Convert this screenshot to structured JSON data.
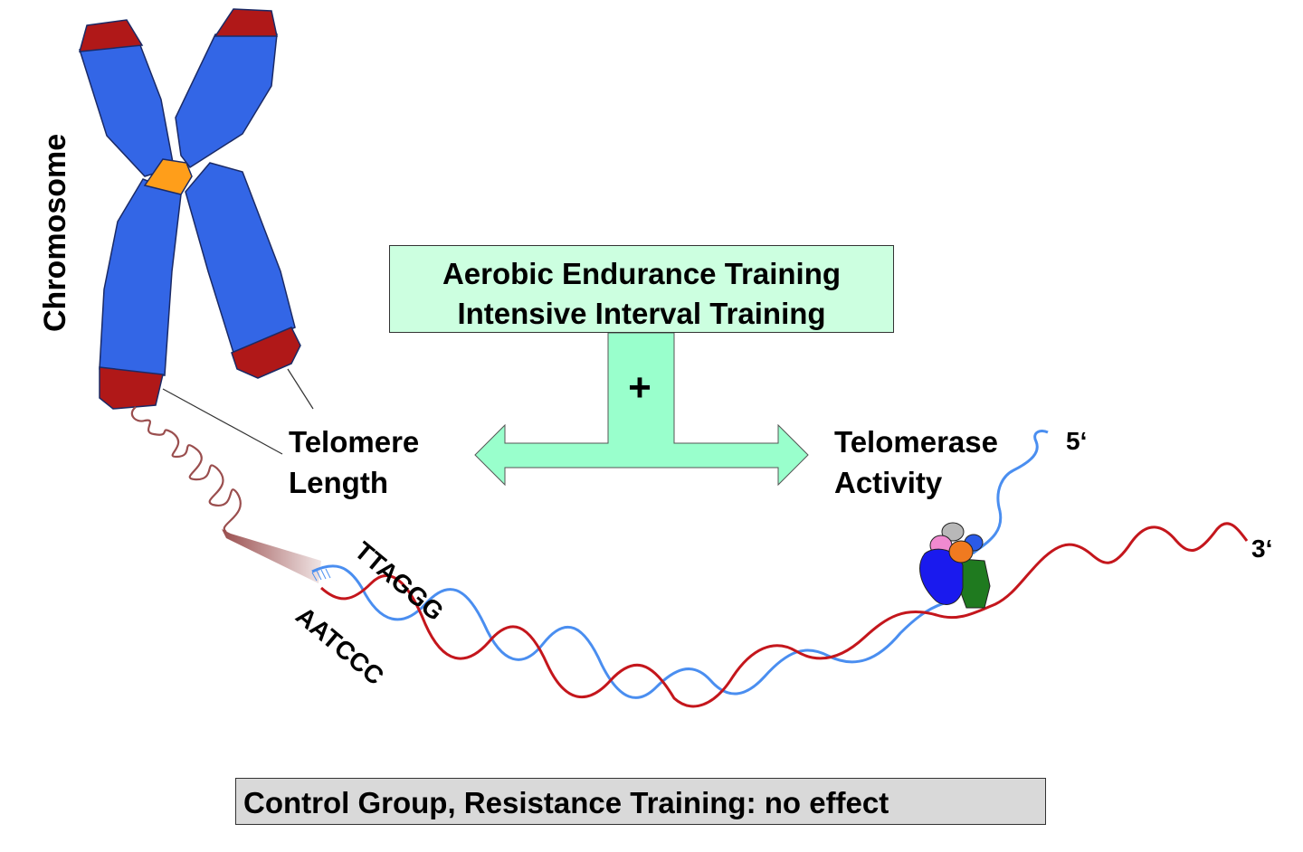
{
  "labels": {
    "chromosome": "Chromosome",
    "telomere_length_line1": "Telomere",
    "telomere_length_line2": "Length",
    "telomerase_activity_line1": "Telomerase",
    "telomerase_activity_line2": "Activity",
    "plus_sign": "+",
    "seq_top": "TTAGGG",
    "seq_bottom": "AATCCC",
    "five_prime": "5‘",
    "three_prime": "3‘"
  },
  "training_box": {
    "line1": "Aerobic Endurance Training",
    "line2": "Intensive Interval Training"
  },
  "control_box": {
    "text": "Control Group, Resistance Training: no effect"
  },
  "colors": {
    "chromatid": "#3366e6",
    "telomere_cap": "#b01818",
    "centromere": "#ff9e1a",
    "arrow_fill": "#99ffcc",
    "training_box_fill": "#ccffe0",
    "control_box_fill": "#d9d9d9",
    "dna_red_strand": "#c4161c",
    "dna_blue_strand": "#4a8ef0",
    "coil": "#9a4e4e"
  }
}
